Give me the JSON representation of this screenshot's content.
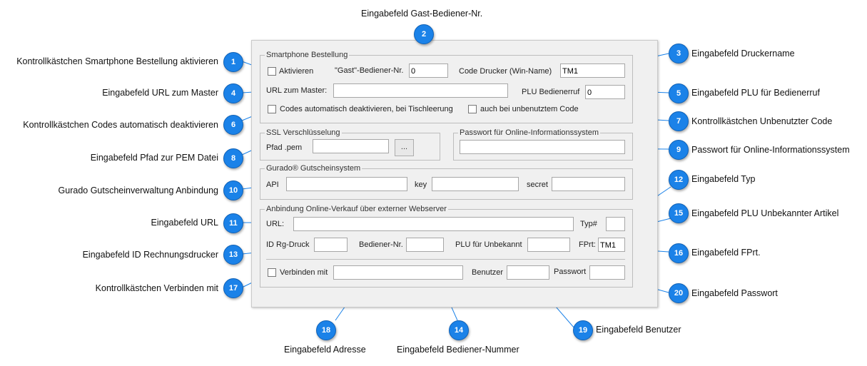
{
  "dialog": {
    "smartphone": {
      "legend": "Smartphone Bestellung",
      "aktivieren_label": "Aktivieren",
      "gast_label": "\"Gast\"-Bediener-Nr.",
      "gast_value": "0",
      "drucker_label": "Code Drucker (Win-Name)",
      "drucker_value": "TM1",
      "url_master_label": "URL zum Master:",
      "url_master_value": "",
      "plu_label": "PLU Bedienerruf",
      "plu_value": "0",
      "codes_label": "Codes automatisch deaktivieren, bei Tischleerung",
      "unbenutzt_label": "auch bei unbenutztem Code"
    },
    "ssl": {
      "legend": "SSL Verschlüsselung",
      "pfad_label": "Pfad .pem",
      "pfad_value": "",
      "browse_label": "..."
    },
    "passwort_online": {
      "legend": "Passwort für Online-Informationssystem",
      "value": ""
    },
    "gurado": {
      "legend": "Gurado® Gutscheinsystem",
      "api_label": "API",
      "key_label": "key",
      "secret_label": "secret"
    },
    "online": {
      "legend": "Anbindung Online-Verkauf über externer Webserver",
      "url_label": "URL:",
      "typ_label": "Typ#",
      "id_label": "ID Rg-Druck",
      "bediener_label": "Bediener-Nr.",
      "plu_label": "PLU für Unbekannt",
      "fprt_label": "FPrt:",
      "fprt_value": "TM1",
      "verbinden_label": "Verbinden mit",
      "benutzer_label": "Benutzer",
      "passwort_label": "Passwort"
    }
  },
  "callouts": [
    {
      "n": "1",
      "text": "Kontrollkästchen Smartphone Bestellung aktivieren"
    },
    {
      "n": "2",
      "text": "Eingabefeld Gast-Bediener-Nr."
    },
    {
      "n": "3",
      "text": "Eingabefeld Druckername"
    },
    {
      "n": "4",
      "text": "Eingabefeld URL zum Master"
    },
    {
      "n": "5",
      "text": "Eingabefeld PLU für Bedienerruf"
    },
    {
      "n": "6",
      "text": "Kontrollkästchen Codes automatisch deaktivieren"
    },
    {
      "n": "7",
      "text": "Kontrollkästchen Unbenutzter Code"
    },
    {
      "n": "8",
      "text": "Eingabefeld Pfad zur PEM Datei"
    },
    {
      "n": "9",
      "text": "Passwort für Online-Informationssystem"
    },
    {
      "n": "10",
      "text": "Gurado Gutscheinverwaltung Anbindung"
    },
    {
      "n": "11",
      "text": "Eingabefeld URL"
    },
    {
      "n": "12",
      "text": "Eingabefeld Typ"
    },
    {
      "n": "13",
      "text": "Eingabefeld ID Rechnungsdrucker"
    },
    {
      "n": "14",
      "text": "Eingabefeld Bediener-Nummer"
    },
    {
      "n": "15",
      "text": "Eingabefeld PLU Unbekannter Artikel"
    },
    {
      "n": "16",
      "text": "Eingabefeld FPrt."
    },
    {
      "n": "17",
      "text": "Kontrollkästchen Verbinden mit"
    },
    {
      "n": "18",
      "text": "Eingabefeld Adresse"
    },
    {
      "n": "19",
      "text": "Eingabefeld Benutzer"
    },
    {
      "n": "20",
      "text": "Eingabefeld Passwort"
    }
  ],
  "colors": {
    "badge": "#1b82e8",
    "line": "#1b82e8",
    "panel": "#f0f0f0"
  }
}
